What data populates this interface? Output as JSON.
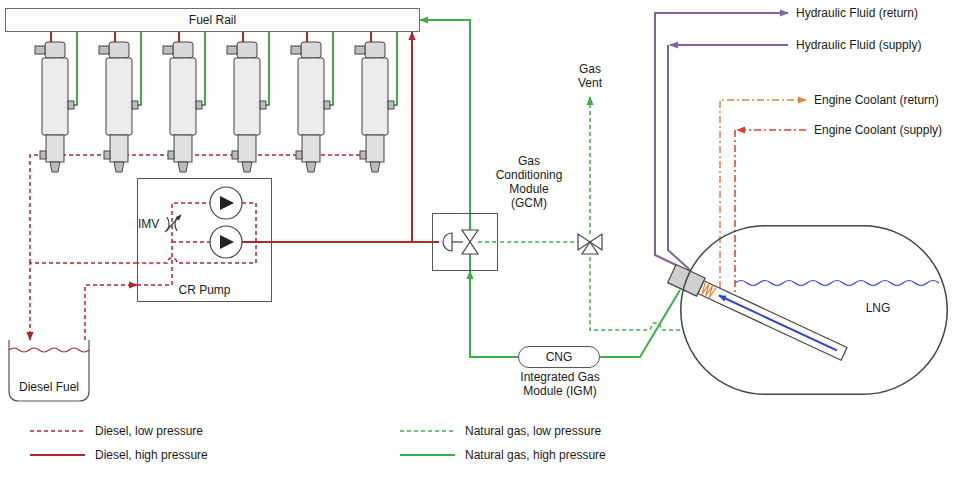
{
  "diagram": {
    "nodes": [
      {
        "text": [
          "Fuel Rail"
        ]
      },
      {
        "text": [
          "CR Pump"
        ]
      },
      {
        "text": [
          "Diesel Fuel"
        ]
      },
      {
        "text": [
          "Gas Conditioning Module (GCM)"
        ]
      },
      {
        "text": [
          "CNG",
          "Integrated Gas Module (IGM)"
        ]
      },
      {
        "text": [
          "LNG"
        ]
      }
    ],
    "edges": [
      {
        "from": 1,
        "to": 0,
        "arrow": "to"
      },
      {
        "from": 1,
        "to": 3,
        "arrow": "none"
      },
      {
        "from": 2,
        "to": 1,
        "arrow": "to"
      },
      {
        "from": 1,
        "to": 2,
        "arrow": "to"
      },
      {
        "from": 5,
        "to": 4,
        "arrow": "none"
      },
      {
        "from": 4,
        "to": 3,
        "arrow": "to"
      },
      {
        "from": 3,
        "to": 0,
        "arrow": "to"
      },
      {
        "from": 5,
        "to": 3,
        "arrow": "none"
      }
    ],
    "labels": [
      "IMV",
      "Gas Vent",
      "Hydraulic Fluid (return)",
      "Hydraulic Fluid (supply)",
      "Engine Coolant (return)",
      "Engine Coolant (supply)"
    ],
    "legend": [
      {
        "text": "Diesel, low pressure"
      },
      {
        "text": "Natural gas, low pressure"
      },
      {
        "text": "Diesel, high pressure"
      },
      {
        "text": "Natural gas, high pressure"
      }
    ]
  }
}
